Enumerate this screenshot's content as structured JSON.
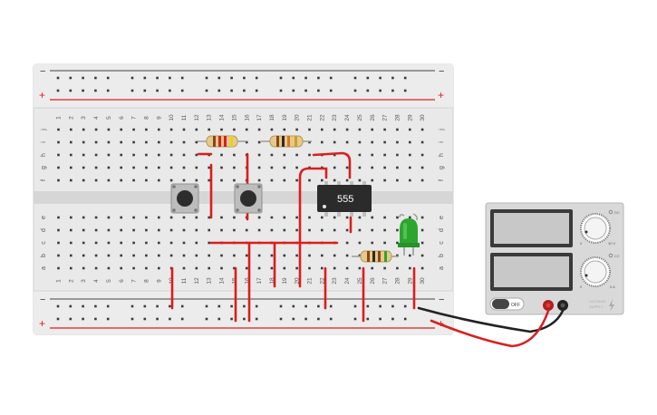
{
  "breadboard": {
    "rail_minus": "−",
    "rail_plus": "+",
    "row_letters_top": [
      "j",
      "i",
      "h",
      "g",
      "f"
    ],
    "row_letters_bottom": [
      "e",
      "d",
      "c",
      "b",
      "a"
    ],
    "column_numbers": [
      "1",
      "2",
      "3",
      "4",
      "5",
      "6",
      "7",
      "8",
      "9",
      "10",
      "11",
      "12",
      "13",
      "14",
      "15",
      "16",
      "17",
      "18",
      "19",
      "20",
      "21",
      "22",
      "23",
      "24",
      "25",
      "26",
      "27",
      "28",
      "29",
      "30"
    ]
  },
  "chip": {
    "label": "555"
  },
  "power_supply": {
    "switch_label": "OFF",
    "knob1_label": "DC",
    "knob1_scale_min": "0",
    "knob1_scale_max": "30 V",
    "knob2_label": "CC",
    "knob2_scale_min": "0",
    "knob2_scale_max": "5 A",
    "brand_line1": "VOLTAGE",
    "brand_line2": "SUPPLY"
  },
  "colors": {
    "board": "#e7e7e7",
    "hole": "#3a3a3a",
    "wire_red": "#d91f1f",
    "wire_black": "#222222",
    "led_green": "#2ea52e",
    "chip": "#2b2b2b",
    "supply_body": "#d9d9d9",
    "supply_screen": "#c8c8c8"
  }
}
